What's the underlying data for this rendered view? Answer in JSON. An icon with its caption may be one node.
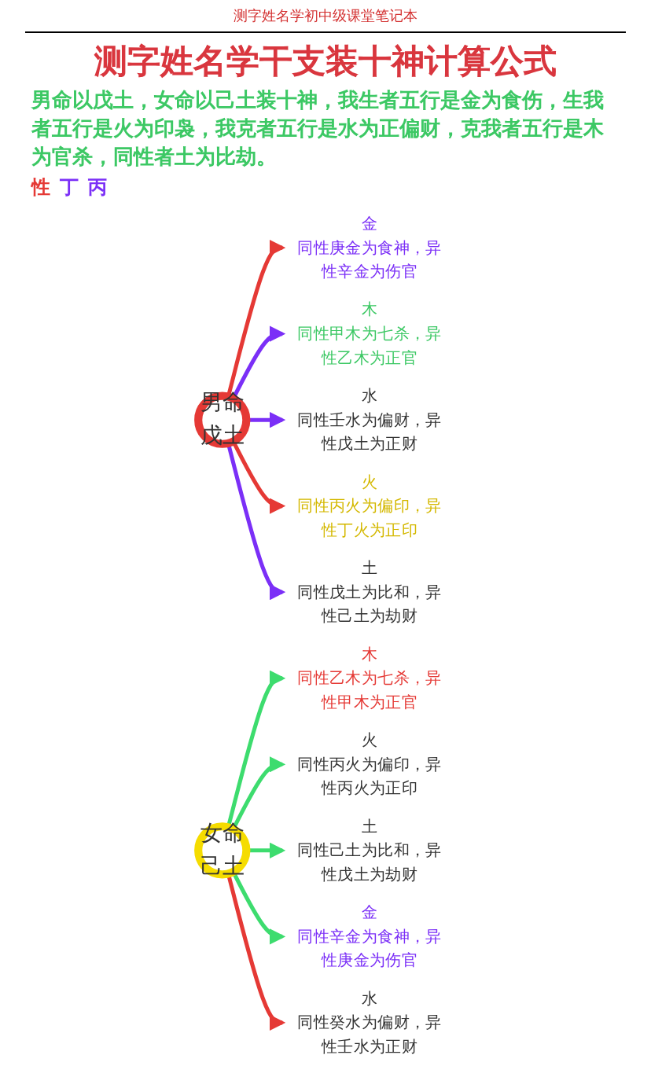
{
  "diagram": {
    "title": "测字姓名学干支装十神计算公式",
    "nodes": [
      {
        "text": [
          "男命",
          "戊土"
        ]
      },
      {
        "text": [
          "金",
          "同性庚金为食神，异性辛金为伤官"
        ]
      },
      {
        "text": [
          "木",
          "同性甲木为七杀，异性乙木为正官"
        ]
      },
      {
        "text": [
          "水",
          "同性壬水为偏财，异性戊土为正财"
        ]
      },
      {
        "text": [
          "火",
          "同性丙火为偏印，异性丁火为正印"
        ]
      },
      {
        "text": [
          "土",
          "同性戊土为比和，异性己土为劫财"
        ]
      },
      {
        "text": [
          "女命",
          "己土"
        ]
      },
      {
        "text": [
          "木",
          "同性乙木为七杀，异性甲木为正官"
        ]
      },
      {
        "text": [
          "火",
          "同性丙火为偏印，异性丙火为正印"
        ]
      },
      {
        "text": [
          "土",
          "同性己土为比和，异性戊土为劫财"
        ]
      },
      {
        "text": [
          "金",
          "同性辛金为食神，异性庚金为伤官"
        ]
      },
      {
        "text": [
          "水",
          "同性癸水为偏财，异性壬水为正财"
        ]
      }
    ],
    "edges": [
      {
        "from": 0,
        "to": 1,
        "arrow": "to",
        "color": "#e53935"
      },
      {
        "from": 0,
        "to": 2,
        "arrow": "to",
        "color": "#7b2ff7"
      },
      {
        "from": 0,
        "to": 3,
        "arrow": "to",
        "color": "#7b2ff7"
      },
      {
        "from": 0,
        "to": 4,
        "arrow": "to",
        "color": "#e53935"
      },
      {
        "from": 0,
        "to": 5,
        "arrow": "to",
        "color": "#7b2ff7"
      },
      {
        "from": 6,
        "to": 7,
        "arrow": "to",
        "color": "#3ddc6e"
      },
      {
        "from": 6,
        "to": 8,
        "arrow": "to",
        "color": "#3ddc6e"
      },
      {
        "from": 6,
        "to": 9,
        "arrow": "to",
        "color": "#3ddc6e"
      },
      {
        "from": 6,
        "to": 10,
        "arrow": "to",
        "color": "#3ddc6e"
      },
      {
        "from": 6,
        "to": 11,
        "arrow": "to",
        "color": "#e53935"
      }
    ],
    "labels": [
      "测字姓名学初中级课堂笔记本",
      "男命以戊土，女命以己土装十神，我生者五行是金为食伤，生我者五行是火为印袅，我克者五行是水为正偏财，克我者五行是木为官杀，同性者土为比劫。",
      "性",
      "丁",
      "丙"
    ]
  }
}
